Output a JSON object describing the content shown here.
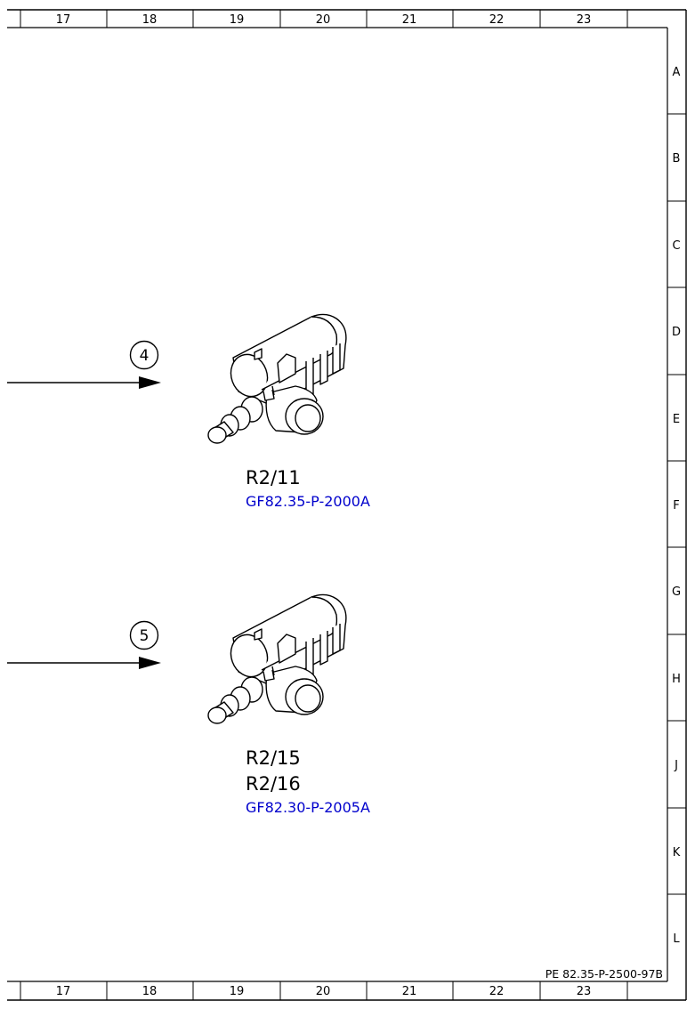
{
  "frame": {
    "columns": [
      "17",
      "18",
      "19",
      "20",
      "21",
      "22",
      "23"
    ],
    "rows": [
      "A",
      "B",
      "C",
      "D",
      "E",
      "F",
      "G",
      "H",
      "J",
      "K",
      "L"
    ]
  },
  "document_id": "PE 82.35-P-2500-97B",
  "components": [
    {
      "callout": "4",
      "labels": [
        "R2/11"
      ],
      "link": "GF82.35-P-2000A",
      "icon": "electrical-connector-icon"
    },
    {
      "callout": "5",
      "labels": [
        "R2/15",
        "R2/16"
      ],
      "link": "GF82.30-P-2005A",
      "icon": "electrical-connector-icon"
    }
  ]
}
